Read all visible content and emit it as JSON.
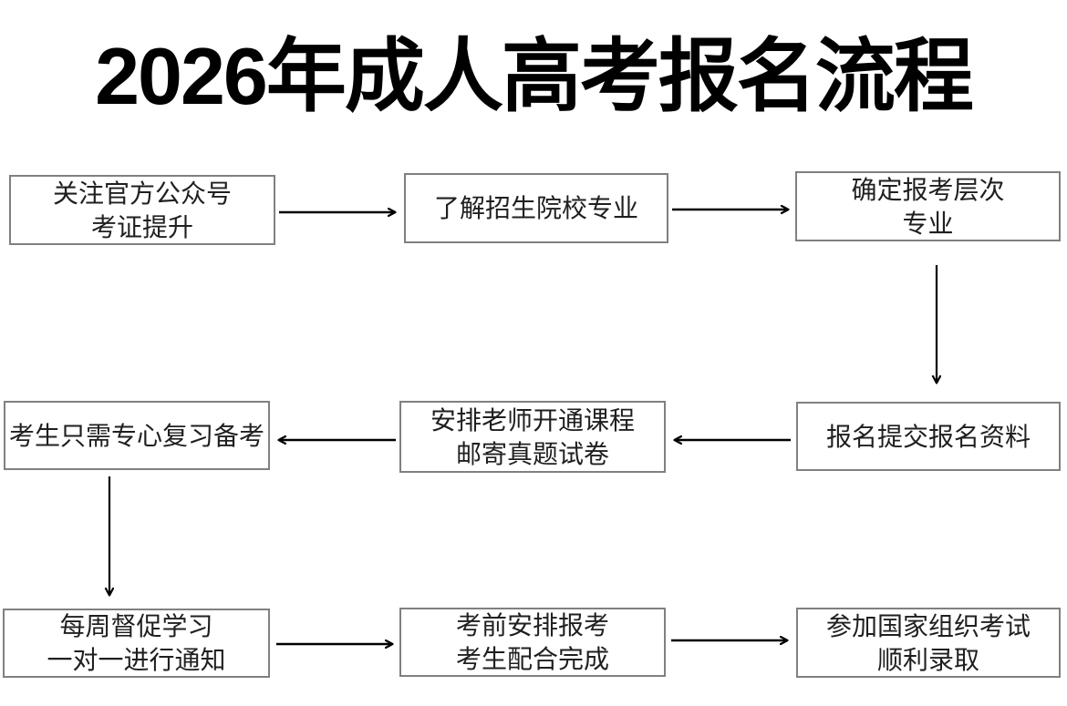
{
  "title": "2026年成人高考报名流程",
  "flowchart": {
    "nodes": [
      {
        "id": "follow-official-account",
        "lines": [
          "关注官方公众号",
          "考证提升"
        ]
      },
      {
        "id": "learn-college-majors",
        "lines": [
          "了解招生院校专业"
        ]
      },
      {
        "id": "determine-level-and-major",
        "lines": [
          "确定报考层次",
          "专业"
        ]
      },
      {
        "id": "submit-registration-materials",
        "lines": [
          "报名提交报名资料"
        ]
      },
      {
        "id": "teacher-opens-course-mails-papers",
        "lines": [
          "安排老师开通课程",
          "邮寄真题试卷"
        ]
      },
      {
        "id": "candidate-focus-on-review",
        "lines": [
          "考生只需专心复习备考"
        ]
      },
      {
        "id": "weekly-study-supervision",
        "lines": [
          "每周督促学习",
          "一对一进行通知"
        ]
      },
      {
        "id": "pre-exam-arrangement",
        "lines": [
          "考前安排报考",
          "考生配合完成"
        ]
      },
      {
        "id": "take-national-exam-admitted",
        "lines": [
          "参加国家组织考试",
          "顺利录取"
        ]
      }
    ],
    "edges": [
      {
        "from": "follow-official-account",
        "to": "learn-college-majors"
      },
      {
        "from": "learn-college-majors",
        "to": "determine-level-and-major"
      },
      {
        "from": "determine-level-and-major",
        "to": "submit-registration-materials"
      },
      {
        "from": "submit-registration-materials",
        "to": "teacher-opens-course-mails-papers"
      },
      {
        "from": "teacher-opens-course-mails-papers",
        "to": "candidate-focus-on-review"
      },
      {
        "from": "candidate-focus-on-review",
        "to": "weekly-study-supervision"
      },
      {
        "from": "weekly-study-supervision",
        "to": "pre-exam-arrangement"
      },
      {
        "from": "pre-exam-arrangement",
        "to": "take-national-exam-admitted"
      }
    ]
  },
  "colors": {
    "background": "#ffffff",
    "title_text": "#000000",
    "node_border": "#808080",
    "node_text": "#1f1f1f",
    "arrow": "#000000"
  }
}
